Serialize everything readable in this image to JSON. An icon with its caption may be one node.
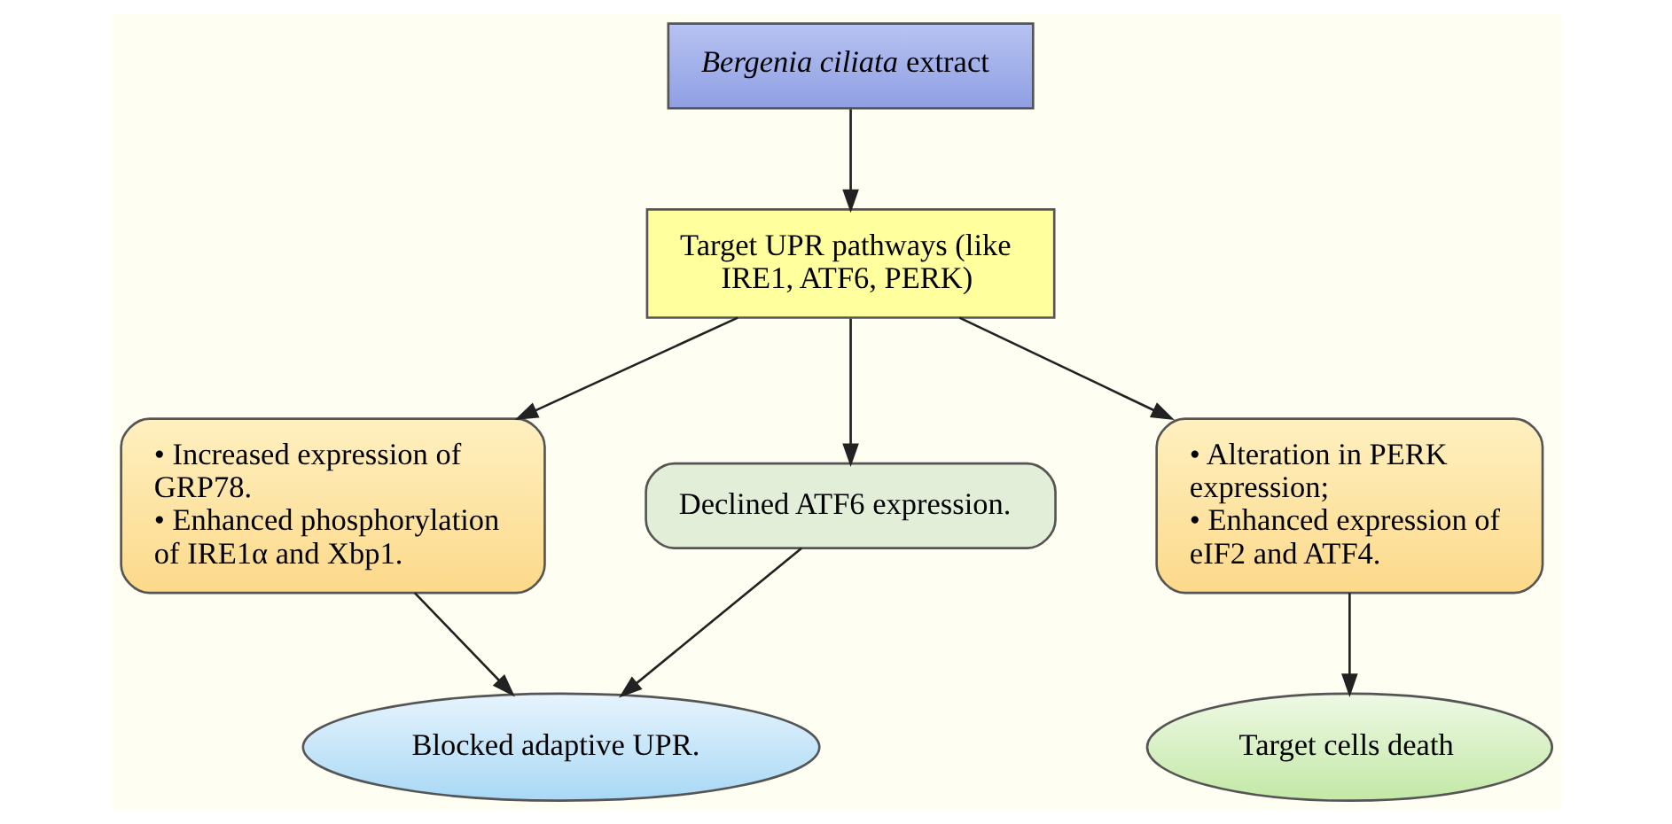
{
  "diagram": {
    "nodes": [
      {
        "text": [
          "*Bergenia ciliata* extract"
        ]
      },
      {
        "text": [
          "Target UPR pathways (like IRE1, ATF6, PERK)"
        ]
      },
      {
        "text": [
          "• Increased expression of GRP78.",
          "• Enhanced phosphorylation of IRE1α and Xbp1."
        ]
      },
      {
        "text": [
          "Declined ATF6 expression."
        ]
      },
      {
        "text": [
          "• Alteration in PERK expression;",
          "• Enhanced expression of eIF2 and ATF4."
        ]
      },
      {
        "text": [
          "Blocked adaptive UPR."
        ]
      },
      {
        "text": [
          "Target cells death"
        ]
      }
    ],
    "edges": [
      {
        "from": 0,
        "to": 1,
        "arrow": "to"
      },
      {
        "from": 1,
        "to": 2,
        "arrow": "to"
      },
      {
        "from": 1,
        "to": 3,
        "arrow": "to"
      },
      {
        "from": 1,
        "to": 4,
        "arrow": "to"
      },
      {
        "from": 2,
        "to": 5,
        "arrow": "to"
      },
      {
        "from": 3,
        "to": 5,
        "arrow": "to"
      },
      {
        "from": 4,
        "to": 6,
        "arrow": "to"
      }
    ]
  }
}
